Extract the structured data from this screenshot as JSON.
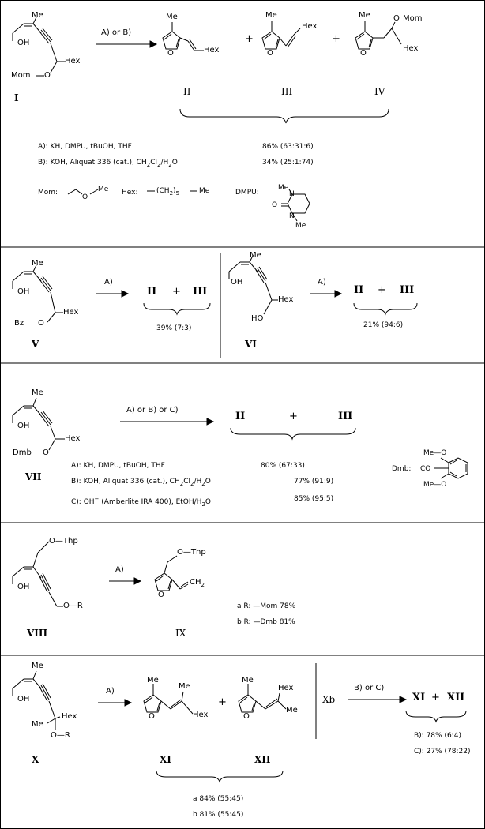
{
  "labels": {
    "Me": "Me",
    "Hex": "Hex",
    "OH": "OH",
    "O": "O",
    "HO": "HO",
    "Mom": "Mom",
    "CH2": "CH",
    "CH2sub": "2",
    "MomO": "Mom",
    "BzO": "Bz",
    "DmbO": "Dmb",
    "Thp": "Thp",
    "R": "R"
  },
  "compounds": {
    "I": "I",
    "II": "II",
    "III": "III",
    "IV": "IV",
    "V": "V",
    "VI": "VI",
    "VII": "VII",
    "VIII": "VIII",
    "IX": "IX",
    "X": "X",
    "XI": "XI",
    "XII": "XII",
    "Xb": "Xb",
    "plus": "+"
  },
  "scheme1": {
    "arrow": "A)  or  B)",
    "condA": "A):  KH, DMPU,   tBuOH, THF",
    "yieldA": "86% (63:31:6)",
    "condB1": "B): KOH,  Aliquat 336 (cat.),  CH",
    "condB_sub1": "2",
    "condB_mid": "Cl",
    "condB_sub2": "2",
    "condB_end": "/H",
    "condB_sub3": "2",
    "condB_O": "O",
    "yieldB": "34% (25:1:74)",
    "mom_def": "Mom:",
    "hex_def": "Hex:",
    "hex_formula_a": "(CH",
    "hex_formula_sub": "2",
    "hex_formula_b": ")",
    "hex_formula_sub2": "5",
    "hex_formula_c": "Me",
    "dmpu_def": "DMPU:",
    "N": "N"
  },
  "scheme2": {
    "arrowV": "A)",
    "yieldV": "39% (7:3)",
    "arrowVI": "A)",
    "yieldVI": "21% (94:6)"
  },
  "scheme3": {
    "arrow": "A)  or  B)  or  C)",
    "condA": "A):   KH, DMPU,    tBuOH, THF",
    "yieldA": "80% (67:33)",
    "condB": "B):  KOH,  Aliquat 336 (cat.),  CH",
    "condB_sub1": "2",
    "condB_mid": "Cl",
    "condB_sub2": "2",
    "condB_end": "/H",
    "condB_sub3": "2",
    "condB_O": "O",
    "yieldB": "77% (91:9)",
    "condC": "C):  OH",
    "condC_sup": "−",
    "condC_rest": "  (Amberlite IRA 400), EtOH/H",
    "condC_sub": "2",
    "condC_O": "O",
    "yieldC": "85% (95:5)",
    "dmb_def": "Dmb:",
    "CO": "CO",
    "MeO": "Me—O"
  },
  "scheme4": {
    "arrow": "A)",
    "a_line": "a  R:  —Mom   78%",
    "b_line": "b  R:  —Dmb   81%"
  },
  "scheme5": {
    "arrowA": "A)",
    "arrowBC": "B)  or  C)",
    "yieldB": "B):  78% (6:4)",
    "yieldC": "C):  27% (78:22)",
    "yield_a": "a  84% (55:45)",
    "yield_b": "b  81% (55:45)"
  }
}
